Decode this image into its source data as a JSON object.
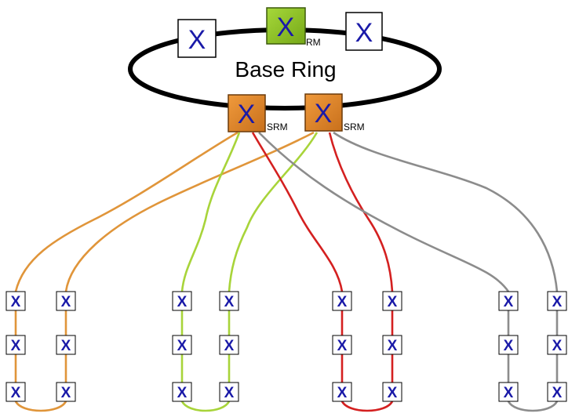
{
  "base_ring": {
    "title": "Base Ring",
    "ring_color": "#000000",
    "switch_symbol": "X",
    "symbol_color": "#1a1aa8"
  },
  "ring_nodes": [
    {
      "role": "switch",
      "label": "",
      "fill": "#ffffff"
    },
    {
      "role": "ring-master",
      "label": "RM",
      "fill": "#8fc31f"
    },
    {
      "role": "switch",
      "label": "",
      "fill": "#ffffff"
    }
  ],
  "sub_ring_managers": [
    {
      "label": "SRM",
      "fill": "#e08a2c"
    },
    {
      "label": "SRM",
      "fill": "#e08a2c"
    }
  ],
  "sub_rings": [
    {
      "color": "#e0953a",
      "columns": 2,
      "rows": 3
    },
    {
      "color": "#a8d43a",
      "columns": 2,
      "rows": 3
    },
    {
      "color": "#d42020",
      "columns": 2,
      "rows": 3
    },
    {
      "color": "#8c8c8c",
      "columns": 2,
      "rows": 3
    }
  ]
}
